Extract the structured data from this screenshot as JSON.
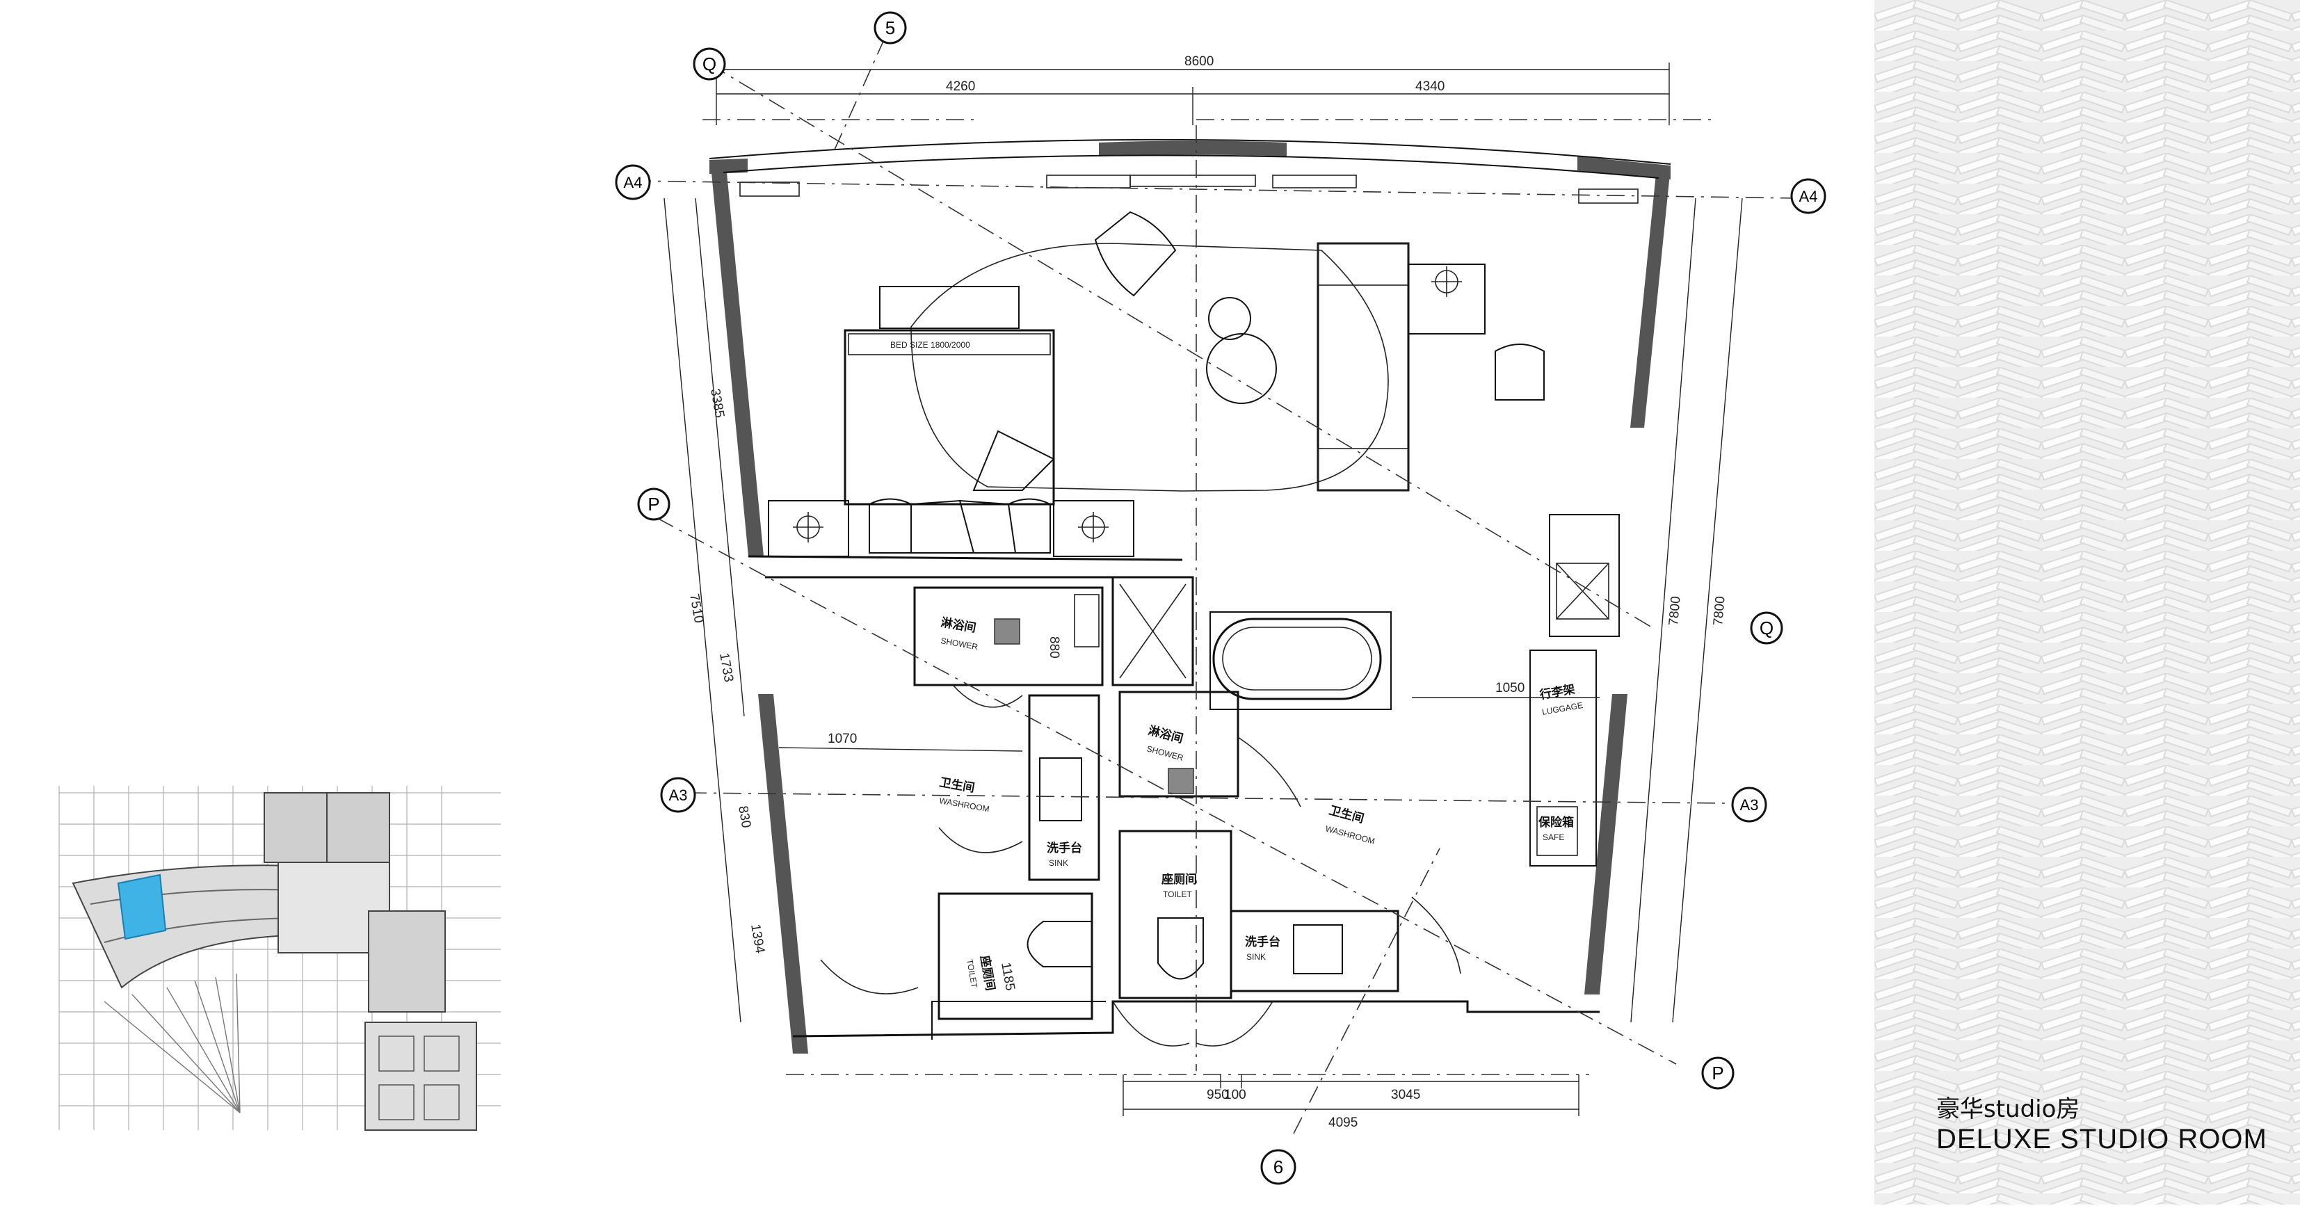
{
  "plan": {
    "grid_labels": {
      "q_top": "Q",
      "q_right": "Q",
      "p_left": "P",
      "p_right": "P",
      "a4_left": "A4",
      "a4_right": "A4",
      "a3_left": "A3",
      "a3_right": "A3",
      "col_6": "6",
      "col_5_partial": "5"
    },
    "dimensions": {
      "top_total": "8600",
      "top_left": "4260",
      "top_right": "4340",
      "left_upper": "3385",
      "left_total": "7510",
      "left_mid": "1733",
      "left_a3": "830",
      "left_lower": "1394",
      "right_inner": "7800",
      "right_outer": "7800",
      "bath_1050": "1050",
      "wash_1070": "1070",
      "shower_880": "880",
      "toilet_1185": "1185",
      "bottom_950": "950",
      "bottom_100": "100",
      "bottom_3045": "3045",
      "bottom_4095": "4095"
    },
    "bed_size": "BED SIZE 1800/2000",
    "rooms": {
      "shower_cn": "淋浴间",
      "shower_en": "SHOWER",
      "washroom_cn": "卫生间",
      "washroom_en": "WASHROOM",
      "sink_cn": "洗手台",
      "sink_en": "SINK",
      "toilet_cn": "座厕间",
      "toilet_en": "TOILET",
      "luggage_cn": "行李架",
      "luggage_en": "LUGGAGE",
      "safe_cn": "保险箱",
      "safe_en": "SAFE"
    }
  },
  "caption": {
    "title_cn": "豪华studio房",
    "title_en": "DELUXE STUDIO ROOM"
  },
  "colors": {
    "key_plan_highlight": "#3fb3e6",
    "wall": "#555555"
  },
  "texture_icon": "white-herringbone-tile"
}
